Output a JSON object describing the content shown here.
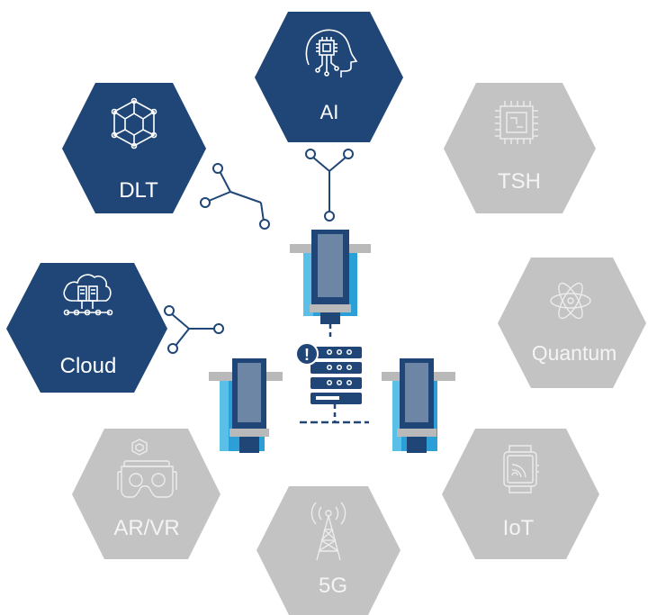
{
  "colors": {
    "active": "#1f4677",
    "inactive": "#c3c3c3",
    "building_light": "#5bc0e8",
    "building_mid": "#2b9fd6",
    "building_dark": "#1f4677",
    "roof_gray": "#b9b9b9"
  },
  "diagram": {
    "technologies": [
      {
        "id": "ai",
        "label": "AI",
        "active": true,
        "icon": "ai-head-chip-icon"
      },
      {
        "id": "dlt",
        "label": "DLT",
        "active": true,
        "icon": "blockchain-cube-icon"
      },
      {
        "id": "cloud",
        "label": "Cloud",
        "active": true,
        "icon": "cloud-servers-icon"
      },
      {
        "id": "tsh",
        "label": "TSH",
        "active": false,
        "icon": "microchip-icon"
      },
      {
        "id": "quantum",
        "label": "Quantum",
        "active": false,
        "icon": "atom-icon"
      },
      {
        "id": "iot",
        "label": "IoT",
        "active": false,
        "icon": "smartwatch-icon"
      },
      {
        "id": "fiveg",
        "label": "5G",
        "active": false,
        "icon": "antenna-tower-icon"
      },
      {
        "id": "arvr",
        "label": "AR/VR",
        "active": false,
        "icon": "vr-headset-icon"
      }
    ],
    "center": {
      "alert_symbol": "!",
      "icon": "server-rack-icon"
    }
  }
}
